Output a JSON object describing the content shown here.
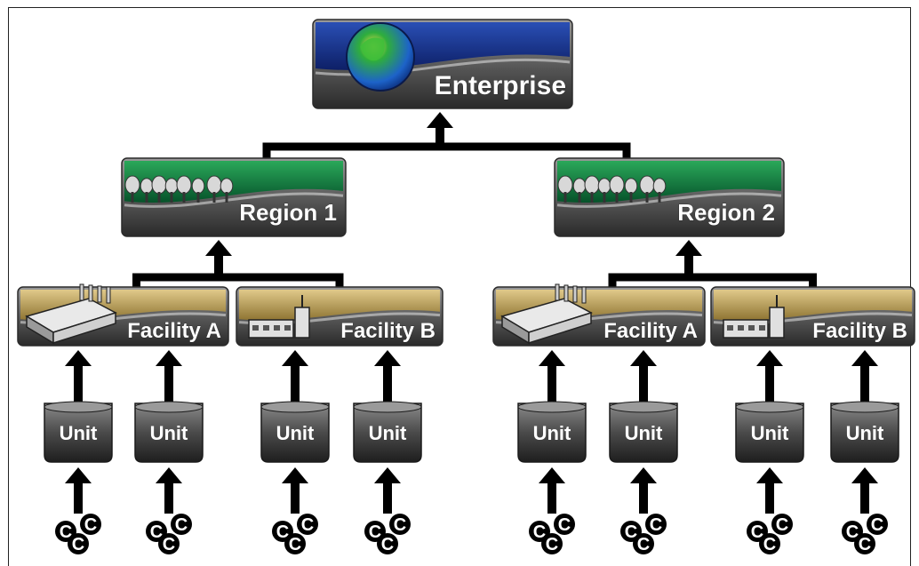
{
  "enterprise": {
    "label": "Enterprise"
  },
  "regions": [
    {
      "label": "Region 1",
      "facilities": [
        {
          "label": "Facility A",
          "units": [
            "Unit",
            "Unit"
          ]
        },
        {
          "label": "Facility B",
          "units": [
            "Unit",
            "Unit"
          ]
        }
      ]
    },
    {
      "label": "Region 2",
      "facilities": [
        {
          "label": "Facility A",
          "units": [
            "Unit",
            "Unit"
          ]
        },
        {
          "label": "Facility B",
          "units": [
            "Unit",
            "Unit"
          ]
        }
      ]
    }
  ],
  "controller_glyph": "C",
  "colors": {
    "enterprise_top": "#1f3f9a",
    "region_top": "#0c7a3c",
    "facility_top": "#b69a54",
    "connector": "#000000"
  }
}
